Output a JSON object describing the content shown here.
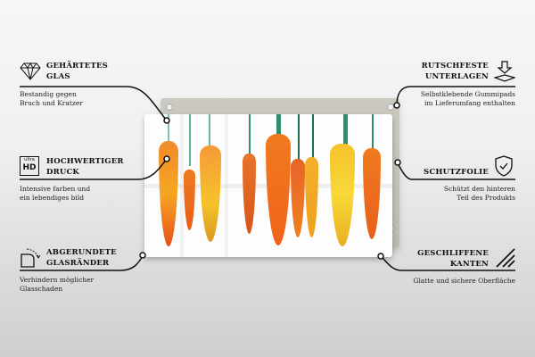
{
  "features": {
    "left": [
      {
        "title_line1": "GEHÄRTETES",
        "title_line2": "GLAS",
        "desc_line1": "Bestandig gegen",
        "desc_line2": "Bruch und Kratzer",
        "icon": "diamond-icon"
      },
      {
        "title_line1": "HOCHWERTIGER",
        "title_line2": "DRUCK",
        "desc_line1": "Intensive farben und",
        "desc_line2": "ein lebendiges bild",
        "icon": "ultra-hd-icon",
        "icon_text_top": "ultra",
        "icon_text_bottom": "HD"
      },
      {
        "title_line1": "ABGERUNDETE",
        "title_line2": "GLASRÄNDER",
        "desc_line1": "Verhindern möglicher",
        "desc_line2": "Glasschaden",
        "icon": "rounded-corner-icon"
      }
    ],
    "right": [
      {
        "title_line1": "RUTSCHFESTE",
        "title_line2": "UNTERLAGEN",
        "desc_line1": "Selbstklebende Gummipads",
        "desc_line2": "im Lieferumfang enthalten",
        "icon": "pad-download-icon"
      },
      {
        "title_line1": "SCHUTZFOLIE",
        "desc_line1": "Schützt den hinteren",
        "desc_line2": "Teil des Produkts",
        "icon": "shield-check-icon"
      },
      {
        "title_line1": "GESCHLIFFENE",
        "title_line2": "KANTEN",
        "desc_line1": "Glatte und sichere Oberfläche",
        "icon": "polished-edges-icon"
      }
    ]
  },
  "product": {
    "subject": "watercolor carrots hanging",
    "colors": {
      "orange": "#f07a1e",
      "yellow": "#f5c22a",
      "stem_green": "#2e8f6b",
      "backplate": "#c4c2b8"
    }
  }
}
